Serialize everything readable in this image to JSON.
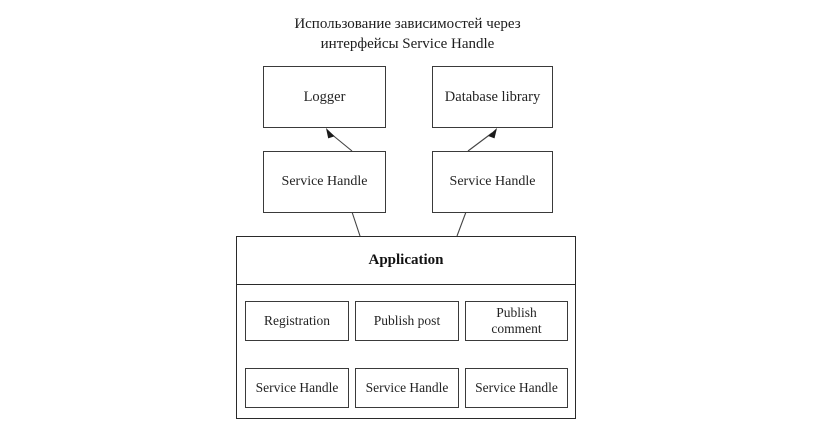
{
  "diagram": {
    "title": "Использование зависимостей через\nинтерфейсы Service Handle",
    "background_color": "#ffffff",
    "line_color": "#434343",
    "text_color": "#232323",
    "nodes": {
      "logger": "Logger",
      "database_library": "Database library",
      "service_handle_logger": "Service Handle",
      "service_handle_database": "Service Handle",
      "application": "Application",
      "registration": "Registration",
      "publish_post": "Publish post",
      "publish_comment": "Publish\ncomment",
      "service_handle_1": "Service Handle",
      "service_handle_2": "Service Handle",
      "service_handle_3": "Service Handle"
    },
    "edges": [
      {
        "name": "service-handle-logger-to-logger",
        "from": "service_handle_logger",
        "to": "logger",
        "arrow": true
      },
      {
        "name": "service-handle-database-to-database-library",
        "from": "service_handle_database",
        "to": "database_library",
        "arrow": true
      },
      {
        "name": "application-to-service-handle-logger",
        "from": "application",
        "to": "service_handle_logger",
        "arrow": false
      },
      {
        "name": "application-to-service-handle-database",
        "from": "application",
        "to": "service_handle_database",
        "arrow": false
      },
      {
        "name": "registration-to-service-handle-1",
        "from": "registration",
        "to": "service_handle_1",
        "arrow": true
      },
      {
        "name": "publish-post-to-service-handle-2",
        "from": "publish_post",
        "to": "service_handle_2",
        "arrow": true
      },
      {
        "name": "publish-comment-to-service-handle-3",
        "from": "publish_comment",
        "to": "service_handle_3",
        "arrow": true
      }
    ]
  }
}
